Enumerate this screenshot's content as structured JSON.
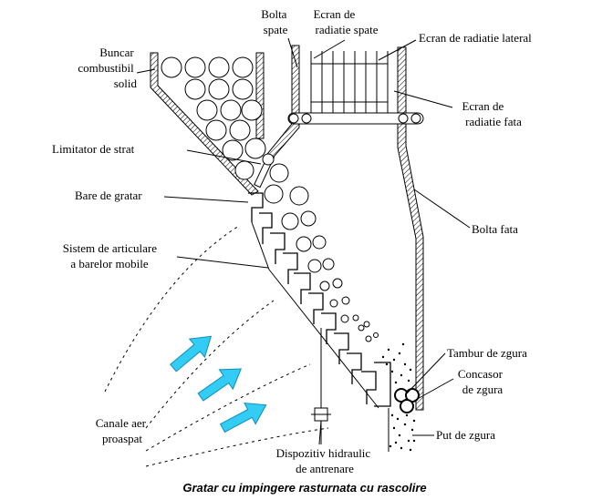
{
  "labels": {
    "buncar": [
      "Buncar",
      "combustibil",
      "solid"
    ],
    "bolta_spate": [
      "Bolta",
      "spate"
    ],
    "ecran_spate": [
      "Ecran de",
      "radiatie spate"
    ],
    "ecran_lateral": "Ecran de radiatie lateral",
    "ecran_fata": [
      "Ecran de",
      "radiatie fata"
    ],
    "limitator": "Limitator de strat",
    "bare": "Bare de gratar",
    "sistem": [
      "Sistem de articulare",
      "a barelor mobile"
    ],
    "bolta_fata": "Bolta fata",
    "tambur": "Tambur de zgura",
    "concasor": [
      "Concasor",
      "de zgura"
    ],
    "canale": [
      "Canale aer",
      "proaspat"
    ],
    "put": "Put de zgura",
    "dispozitiv": [
      "Dispozitiv hidraulic",
      "de antrenare"
    ]
  },
  "caption": "Gratar cu impingere rasturnata cu rascolire",
  "colors": {
    "arrow": "#33ccf5",
    "ink": "#000000"
  }
}
